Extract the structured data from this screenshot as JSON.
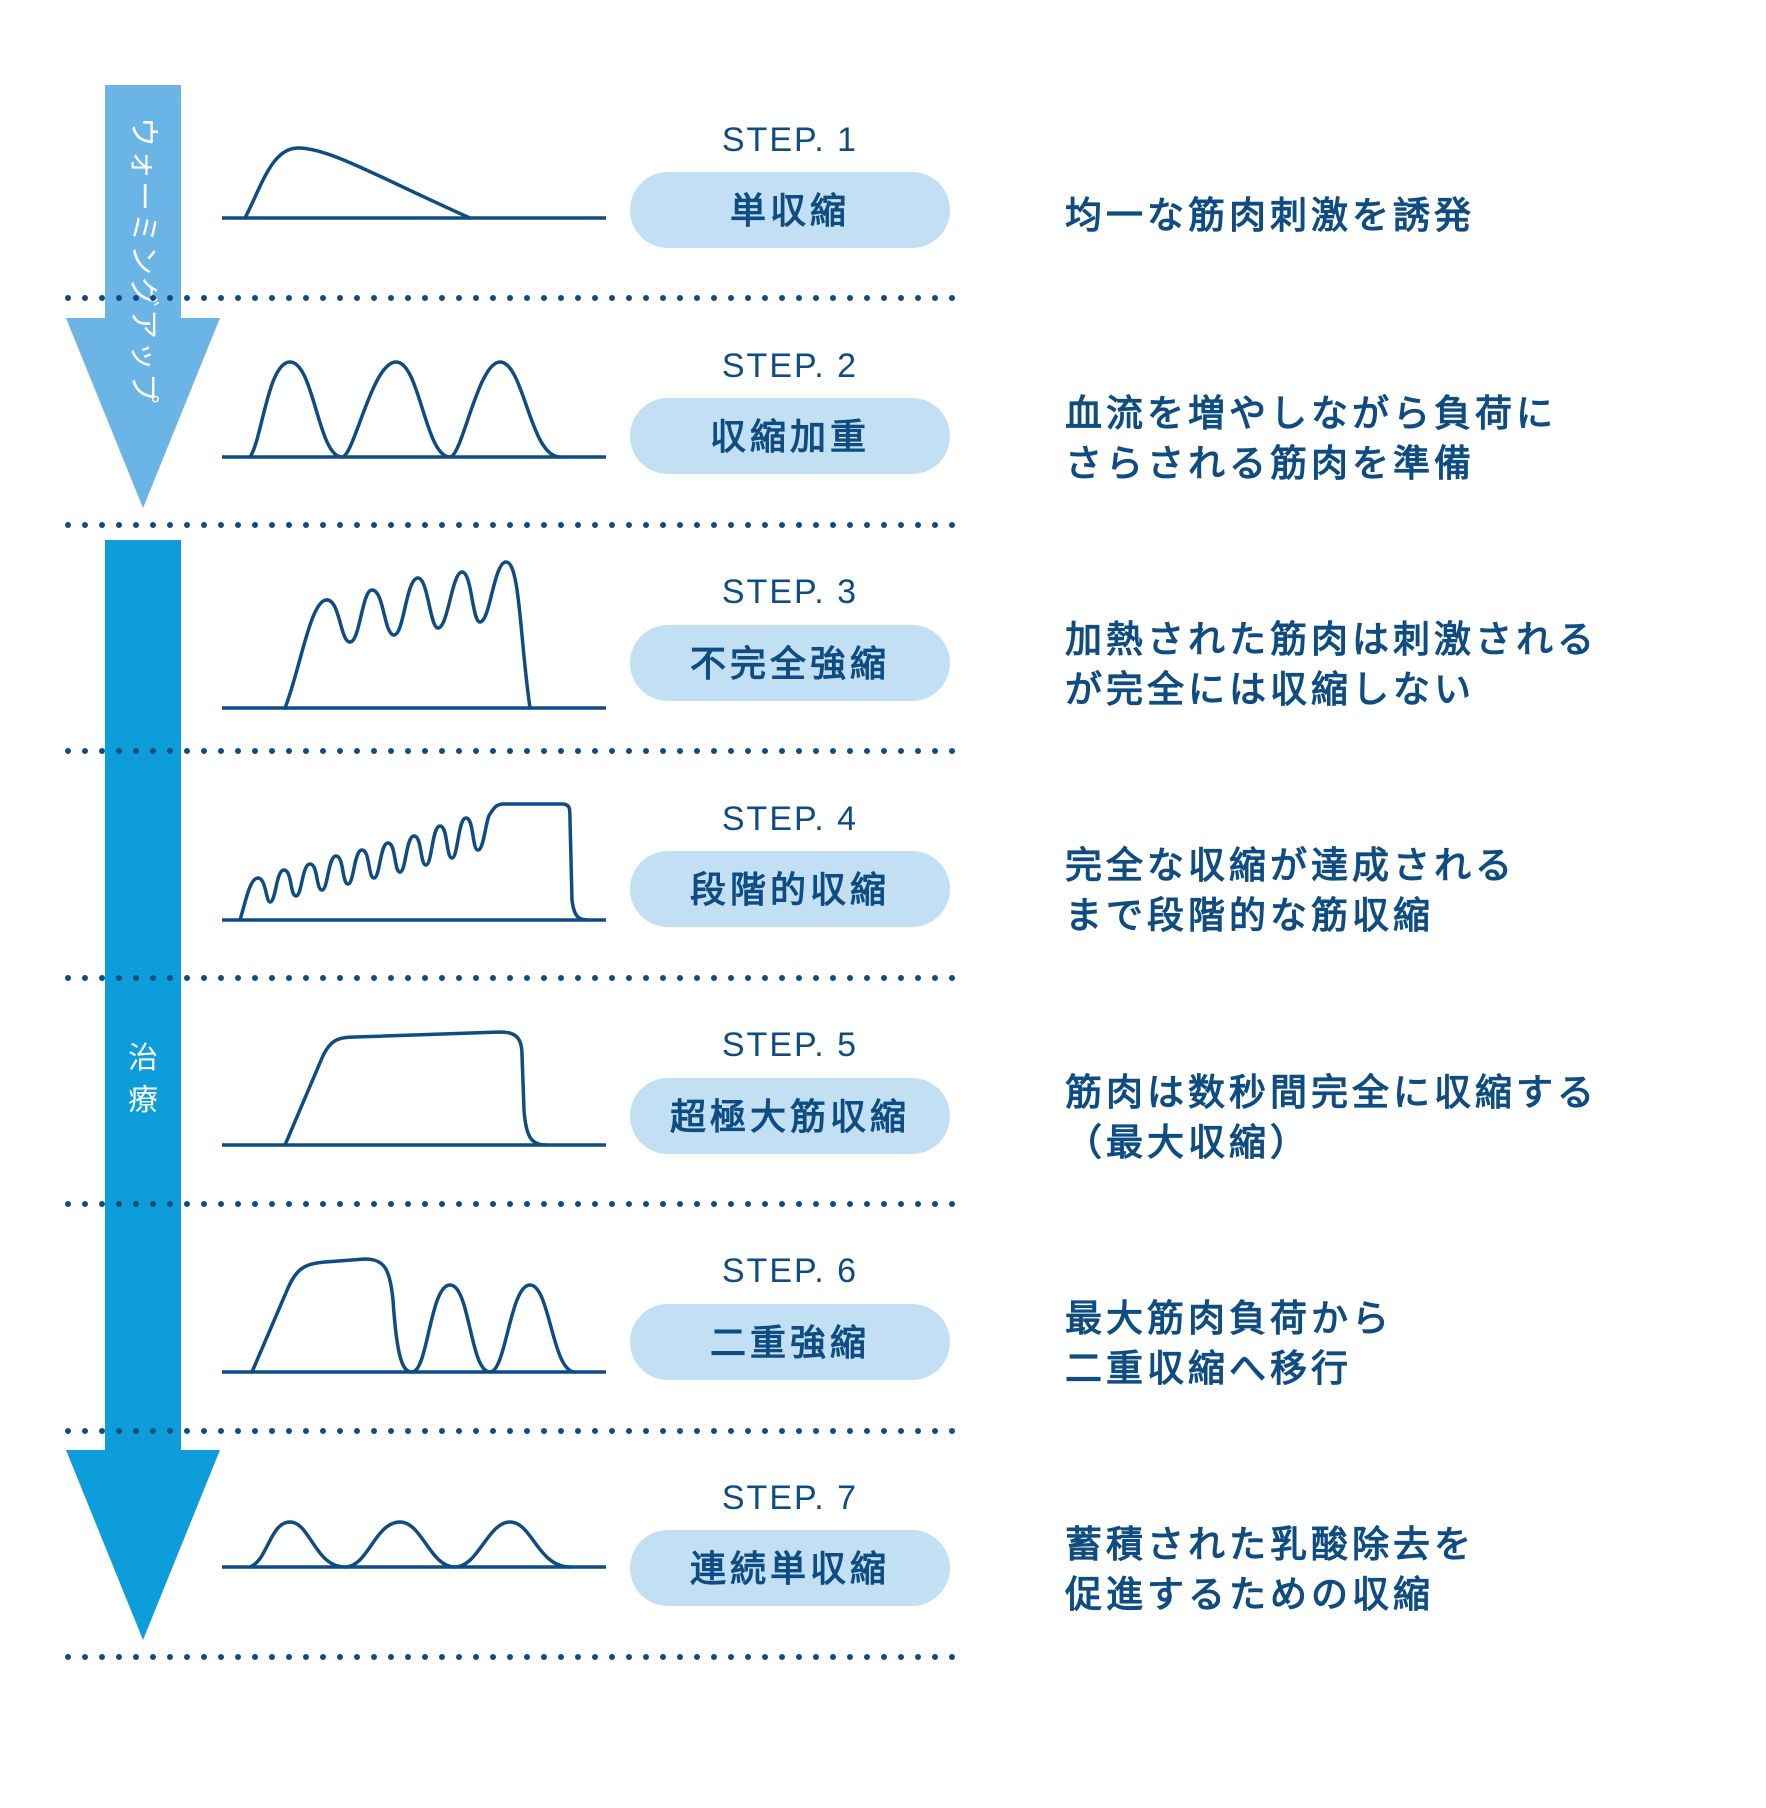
{
  "phases": {
    "warmup": {
      "label": "ウォーミングアップ",
      "color": "#6ab4e6"
    },
    "treatment": {
      "label": "治療",
      "color": "#0d9ddb"
    }
  },
  "colors": {
    "text": "#0f4c81",
    "pill": "#c2dff4",
    "line": "#0f4c81"
  },
  "steps": [
    {
      "step": "STEP. 1",
      "name": "単収縮",
      "description": [
        "均一な筋肉刺激を誘発"
      ],
      "waveform": "single-twitch"
    },
    {
      "step": "STEP. 2",
      "name": "収縮加重",
      "description": [
        "血流を増やしながら負荷に",
        "さらされる筋肉を準備"
      ],
      "waveform": "summation"
    },
    {
      "step": "STEP. 3",
      "name": "不完全強縮",
      "description": [
        "加熱された筋肉は刺激される",
        "が完全には収縮しない"
      ],
      "waveform": "incomplete-tetanus"
    },
    {
      "step": "STEP. 4",
      "name": "段階的収縮",
      "description": [
        "完全な収縮が達成される",
        "まで段階的な筋収縮"
      ],
      "waveform": "staircase"
    },
    {
      "step": "STEP. 5",
      "name": "超極大筋収縮",
      "description": [
        "筋肉は数秒間完全に収縮する",
        "（最大収縮）"
      ],
      "waveform": "supramaximal"
    },
    {
      "step": "STEP. 6",
      "name": "二重強縮",
      "description": [
        "最大筋肉負荷から",
        "二重収縮へ移行"
      ],
      "waveform": "double-tetanus"
    },
    {
      "step": "STEP. 7",
      "name": "連続単収縮",
      "description": [
        "蓄積された乳酸除去を",
        "促進するための収縮"
      ],
      "waveform": "continuous-twitch"
    }
  ]
}
